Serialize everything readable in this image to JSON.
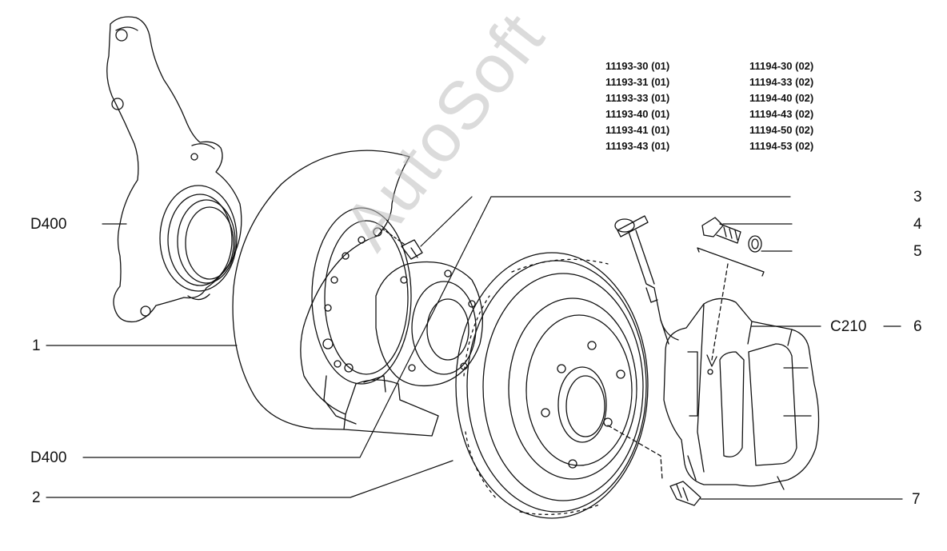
{
  "parts_list": {
    "column_left": [
      "11193-30 (01)",
      "11193-31 (01)",
      "11193-33 (01)",
      "11193-40 (01)",
      "11193-41 (01)",
      "11193-43 (01)"
    ],
    "column_right": [
      "11194-30 (02)",
      "11194-33 (02)",
      "11194-40 (02)",
      "11194-43 (02)",
      "11194-50 (02)",
      "11194-53 (02)"
    ]
  },
  "callouts": {
    "knuckle_ref": "D400",
    "shield_number": "1",
    "hub_ref": "D400",
    "disc_number": "2",
    "screw_number": "3",
    "bolt_number": "4",
    "washer_number": "5",
    "caliper_ref": "C210",
    "caliper_number": "6",
    "stud_number": "7"
  },
  "watermark": "AutoSoft",
  "colors": {
    "line": "#111111",
    "background": "#ffffff",
    "watermark": "#bfbfbf"
  }
}
